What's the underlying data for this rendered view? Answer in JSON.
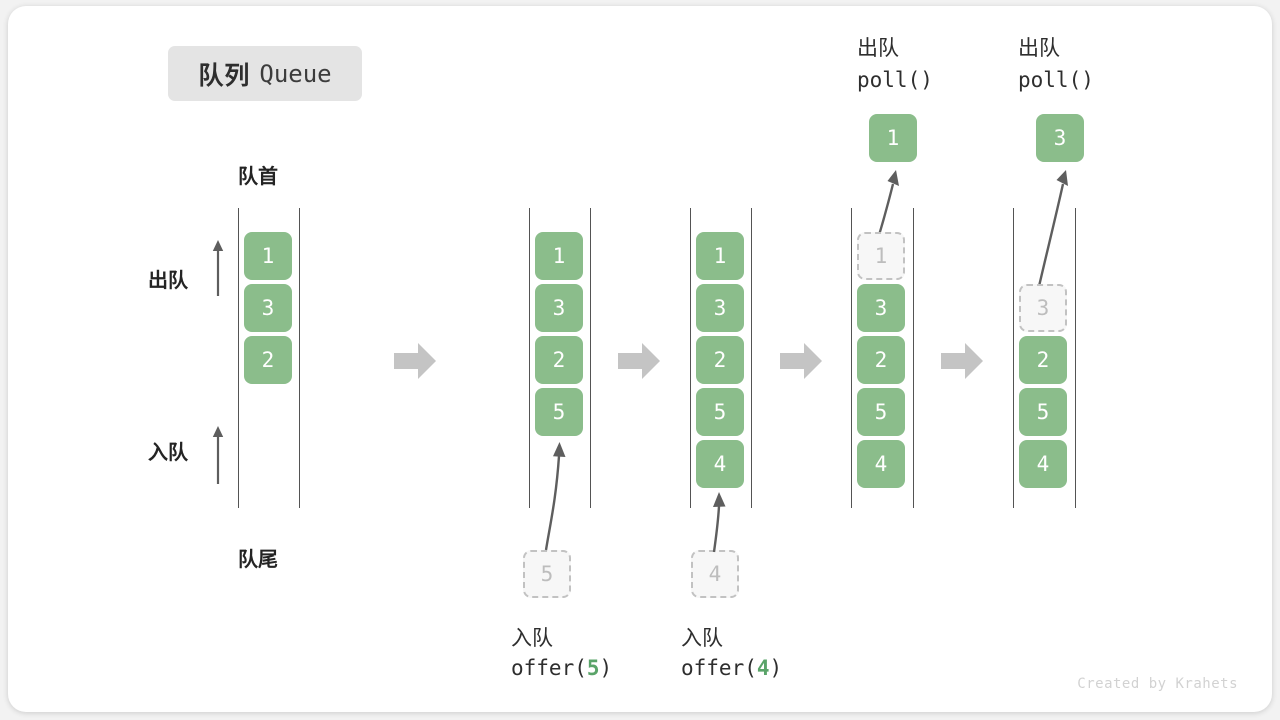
{
  "title": {
    "cn": "队列",
    "en": "Queue"
  },
  "labels": {
    "head": "队首",
    "tail": "队尾",
    "dequeue": "出队",
    "enqueue": "入队"
  },
  "watermark": "Created by Krahets",
  "colors": {
    "element_green": "#8bbd8b",
    "ghost_fill": "#f7f7f7",
    "ghost_border": "#c2c2c2",
    "rail": "#545454",
    "step_arrow": "#c4c4c4",
    "motion_arrow": "#5e5e5e",
    "pill_bg": "#e4e4e4",
    "code_accent": "#5aa469"
  },
  "columns": [
    {
      "name": "initial",
      "slots": [
        "1",
        "3",
        "2"
      ],
      "ghost_index": null,
      "caption_cn": "",
      "caption_code": "",
      "popped": null
    },
    {
      "name": "after-offer-5",
      "slots": [
        "1",
        "3",
        "2",
        "5"
      ],
      "ghost_index": null,
      "incoming": "5",
      "caption_cn": "入队",
      "caption_code_pre": "offer(",
      "caption_code_num": "5",
      "caption_code_post": ")",
      "popped": null
    },
    {
      "name": "after-offer-4",
      "slots": [
        "1",
        "3",
        "2",
        "5",
        "4"
      ],
      "ghost_index": null,
      "incoming": "4",
      "caption_cn": "入队",
      "caption_code_pre": "offer(",
      "caption_code_num": "4",
      "caption_code_post": ")",
      "popped": null
    },
    {
      "name": "after-poll-1",
      "slots": [
        "1",
        "3",
        "2",
        "5",
        "4"
      ],
      "ghost_index": 0,
      "header_cn": "出队",
      "header_code": "poll()",
      "popped": "1"
    },
    {
      "name": "after-poll-3",
      "slots": [
        "",
        "3",
        "2",
        "5",
        "4"
      ],
      "ghost_index": 1,
      "header_cn": "出队",
      "header_code": "poll()",
      "popped": "3"
    }
  ],
  "icons": {
    "step_arrow": "step-right-arrow-icon",
    "dequeue_arrow": "up-arrow-icon",
    "enqueue_arrow": "up-arrow-icon",
    "motion_arrow": "curved-arrow-icon"
  }
}
